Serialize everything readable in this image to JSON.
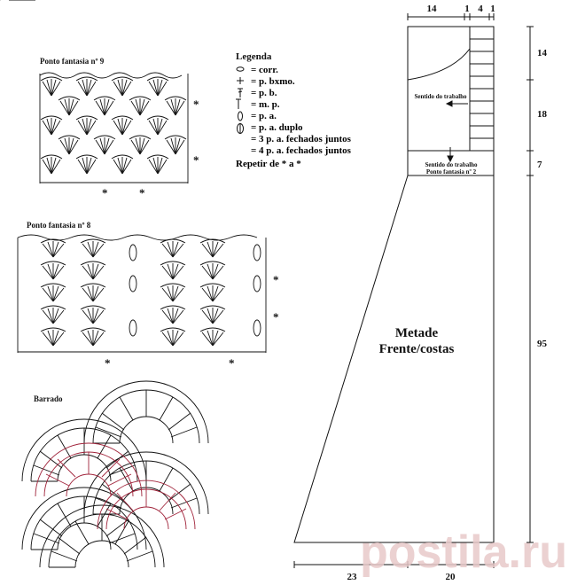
{
  "chart_titles": {
    "pattern9": "Ponto fantasia nº 9",
    "pattern8": "Ponto fantasia nº 8",
    "border": "Barrado"
  },
  "legend": {
    "title": "Legenda",
    "items": [
      {
        "symbol": "chain",
        "text": "= corr."
      },
      {
        "symbol": "single-crochet",
        "text": "= p. bxmo."
      },
      {
        "symbol": "double-crochet-short",
        "text": "= p. b."
      },
      {
        "symbol": "half-double",
        "text": "= m. p."
      },
      {
        "symbol": "puff",
        "text": "= p. a."
      },
      {
        "symbol": "double-puff",
        "text": "= p. a. duplo"
      },
      {
        "symbol": "",
        "text": "= 3 p. a. fechados juntos"
      },
      {
        "symbol": "",
        "text": "= 4 p. a. fechados juntos"
      }
    ],
    "repeat": "Repetir de * a *"
  },
  "markers": {
    "star": "*"
  },
  "schematic": {
    "top_dims": [
      "14",
      "1",
      "4",
      "1"
    ],
    "right_dims": [
      "14",
      "18",
      "7",
      "95"
    ],
    "bottom_dims": [
      "23",
      "20"
    ],
    "work_direction_label": "Sentido do trabalho",
    "band_label_1": "Sentido do trabalho",
    "band_label_2": "Ponto fantasia nº 2",
    "piece_title_1": "Metade",
    "piece_title_2": "Frente/costas"
  },
  "watermark": "postila.ru",
  "colors": {
    "ink": "#111111",
    "accent": "#a0233a",
    "watermark": "#e8c9c9"
  }
}
